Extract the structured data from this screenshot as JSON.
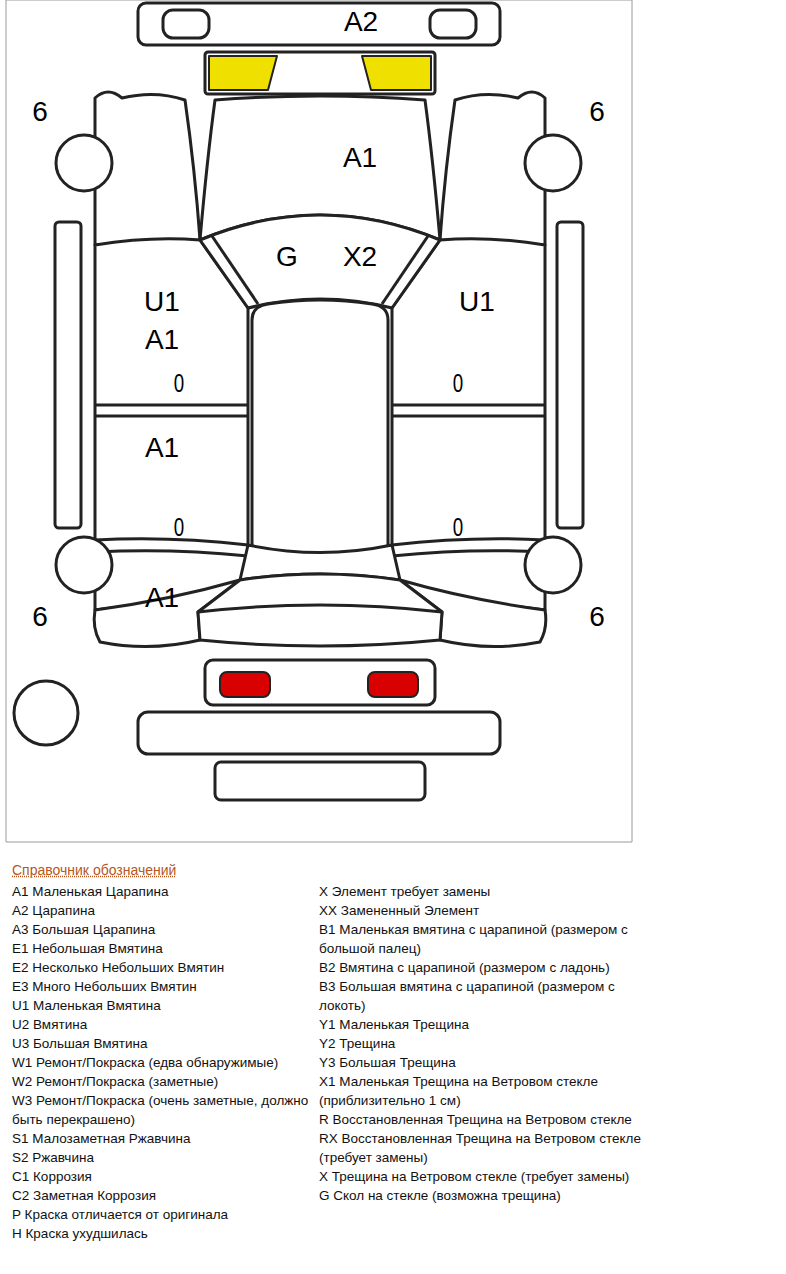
{
  "diagram": {
    "title": "Справочник обозначений",
    "labels": [
      "A2",
      "6",
      "6",
      "A1",
      "G",
      "X2",
      "U1",
      "U1",
      "A1",
      "0",
      "0",
      "A1",
      "0",
      "0",
      "A1",
      "6",
      "6"
    ],
    "legend": [
      {
        "text": "A1 Маленькая Царапина"
      },
      {
        "text": "A2 Царапина"
      },
      {
        "text": "A3 Большая Царапина"
      },
      {
        "text": "E1 Небольшая Вмятина"
      },
      {
        "text": "E2 Несколько Небольших Вмятин"
      },
      {
        "text": "E3 Много Небольших Вмятин"
      },
      {
        "text": "U1 Маленькая Вмятина"
      },
      {
        "text": "U2 Вмятина"
      },
      {
        "text": "U3 Большая Вмятина"
      },
      {
        "text": "W1 Ремонт/Покраска (едва обнаружимые)"
      },
      {
        "text": "W2 Ремонт/Покраска (заметные)"
      },
      {
        "text": "W3 Ремонт/Покраска (очень заметные, должно быть перекрашено)"
      },
      {
        "text": "S1 Малозаметная Ржавчина"
      },
      {
        "text": "S2 Ржавчина"
      },
      {
        "text": "C1 Коррозия"
      },
      {
        "text": "C2 Заметная Коррозия"
      },
      {
        "text": "P Краска отличается от оригинала"
      },
      {
        "text": "H Краска ухудшилась"
      },
      {
        "text": "X Элемент требует замены"
      },
      {
        "text": "XX Замененный Элемент"
      },
      {
        "text": "B1 Маленькая вмятина с царапиной (размером с большой палец)"
      },
      {
        "text": "B2 Вмятина с царапиной (размером с ладонь)"
      },
      {
        "text": "B3 Большая вмятина с царапиной (размером с локоть)"
      },
      {
        "text": "Y1 Маленькая Трещина"
      },
      {
        "text": "Y2 Трещина"
      },
      {
        "text": "Y3 Большая Трещина"
      },
      {
        "text": "X1 Маленькая Трещина на Ветровом стекле (приблизительно 1 см)"
      },
      {
        "text": "R Восстановленная Трещина на Ветровом стекле"
      },
      {
        "text": "RX Восстановленная Трещина на Ветровом стекле (требует замены)"
      },
      {
        "text": "X Трещина на Ветровом стекле (требует замены)"
      },
      {
        "text": "G Скол на стекле (возможна трещина)"
      }
    ]
  }
}
